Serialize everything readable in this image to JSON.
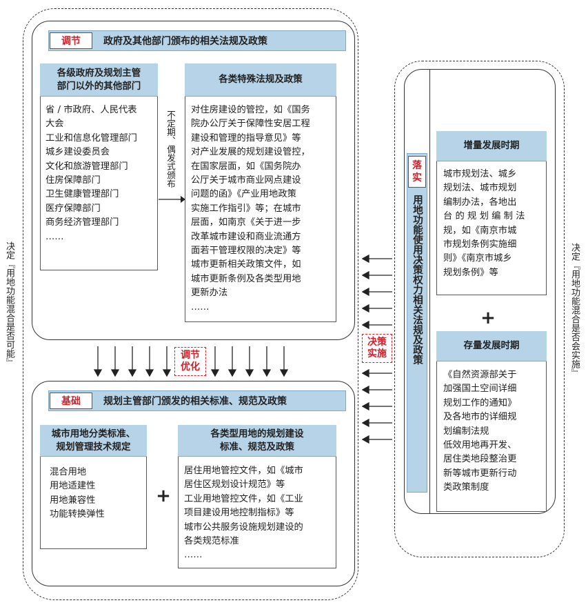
{
  "top": {
    "tag": "调节",
    "title": "政府及其他部门颁布的相关法规及政策",
    "left_box": {
      "head_lines": [
        "各级政府及规划主管",
        "部门以外的其他部门"
      ],
      "lines": [
        "省 / 市政府、人民代表",
        "大会",
        "工业和信息化管理部门",
        "城乡建设委员会",
        "文化和旅游管理部门",
        "住房保障部门",
        "卫生健康管理部门",
        "医疗保障部门",
        "商务经济管理部门",
        "……"
      ]
    },
    "arrow_label": "不定期、偶发式颁布",
    "right_box": {
      "head": "各类特殊法规及政策",
      "lines": [
        "对住房建设的管控，如《国务",
        "院办公厅关于保障性安居工程",
        "建设和管理的指导意见》等",
        "对产业发展的规划建设管控，",
        "在国家层面，如《国务院办",
        "公厅关于城市商业网点建设",
        "问题的函》《产业用地政策",
        "实施工作指引》等；在城市",
        "层面，如南京《关于进一步",
        "改革城市建设和商业流通方",
        "面若干管理权限的决定》等",
        "城市更新相关政策文件，如",
        "城市更新条例及各类型用地",
        "更新办法",
        "……"
      ]
    }
  },
  "middle_tag_lines": [
    "调节",
    "优化"
  ],
  "bottom": {
    "tag": "基础",
    "title": "规划主管部门颁发的相关标准、规范及政策",
    "left_box": {
      "head_lines": [
        "城市用地分类标准、",
        "规划管理技术规定"
      ],
      "lines": [
        "混合用地",
        "用地适建性",
        "用地兼容性",
        "功能转换弹性"
      ]
    },
    "plus": "+",
    "right_box": {
      "head_lines": [
        "各类型用地的规划建设",
        "标准、规范及政策"
      ],
      "lines": [
        "居住用地管控文件，如《城市",
        "居住区规划设计规范》等",
        "工业用地管控文件，如《工业",
        "项目建设用地控制指标》等",
        "城市公共服务设施规划建设的",
        "各类规范标准",
        "……"
      ]
    }
  },
  "left_side_text": "决定『用地功能混合是否可能』",
  "right_side_text": "决定『用地功能混合是否会实施』",
  "decision_tag_lines": [
    "决策",
    "实施"
  ],
  "right_panel": {
    "tag_lines": [
      "落",
      "实"
    ],
    "vertical_title": "用地功能使用决策权力相关法规及政策",
    "box1": {
      "head": "增量发展时期",
      "lines": [
        "城市规划法、城乡",
        "规划法、城市规划",
        "编制办法，各地出",
        "台 的 规 划 编 制 法",
        "规，如《南京市城",
        "市规划条例实施细",
        "则》《南京市城乡",
        "规划条例》等"
      ]
    },
    "plus": "+",
    "box2": {
      "head": "存量发展时期",
      "lines": [
        "《自然资源部关于",
        "加强国土空间详细",
        "规划工作的通知》",
        "及各地市的详细规",
        "划编制法规",
        "低效用地再开发、",
        "居住类地段整治更",
        "新等城市更新行动",
        "类政策制度"
      ]
    }
  },
  "colors": {
    "accent_red": "#d2202a",
    "bar_blue": "#b6d3e8"
  }
}
